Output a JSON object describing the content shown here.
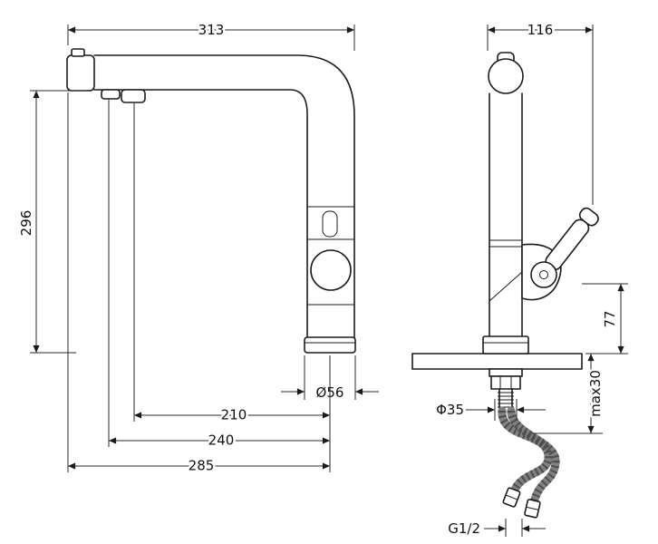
{
  "drawing": {
    "dims": {
      "overall_width": "313",
      "overall_height": "296",
      "base_diameter": "Ø56",
      "spout_reach_short": "210",
      "spout_reach_mid": "240",
      "spout_reach_long": "285",
      "front_width": "116",
      "handle_to_deck": "77",
      "mount_hole": "Φ35",
      "max_deck_thickness": "max30",
      "hose_thread": "G1/2"
    },
    "colors": {
      "line": "#1b1b1b",
      "deck_fill": "#c9c9c9",
      "hose": "#808080"
    }
  }
}
